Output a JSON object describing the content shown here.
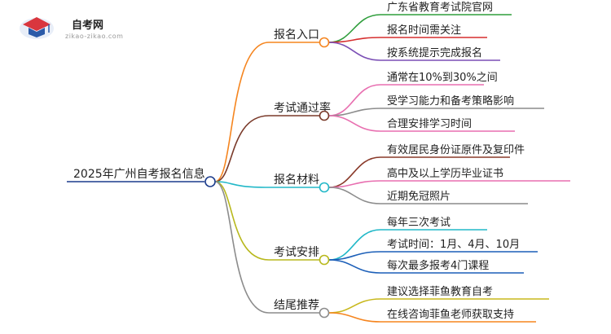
{
  "logo": {
    "title": "自考网",
    "subtitle": "zikao-zikao.com",
    "icon": "graduation-cap-icon"
  },
  "root": {
    "label": "2025年广州自考报名信息"
  },
  "branches": [
    {
      "label": "报名入口",
      "color": "#f5851f",
      "children": [
        {
          "label": "广东省教育考试院官网",
          "color": "#2f9e3c"
        },
        {
          "label": "报名时间需关注",
          "color": "#d62f2f"
        },
        {
          "label": "按系统提示完成报名",
          "color": "#7b4fb5"
        }
      ]
    },
    {
      "label": "考试通过率",
      "color": "#7a3a2a",
      "children": [
        {
          "label": "通常在10%到30%之间",
          "color": "#e86fb0"
        },
        {
          "label": "受学习能力和备考策略影响",
          "color": "#8c8c8c"
        },
        {
          "label": "合理安排学习时间",
          "color": "#e86fb0"
        }
      ]
    },
    {
      "label": "报名材料",
      "color": "#22b8c8",
      "children": [
        {
          "label": "有效居民身份证原件及复印件",
          "color": "#8a3a2a"
        },
        {
          "label": "高中及以上学历毕业证书",
          "color": "#e86fb0"
        },
        {
          "label": "近期免冠照片",
          "color": "#8c8c8c"
        }
      ]
    },
    {
      "label": "考试安排",
      "color": "#b8b81c",
      "children": [
        {
          "label": "每年三次考试",
          "color": "#22b8c8"
        },
        {
          "label": "考试时间：1月、4月、10月",
          "color": "#1c5fb8"
        },
        {
          "label": "每次最多报考4门课程",
          "color": "#1c5fb8"
        }
      ]
    },
    {
      "label": "结尾推荐",
      "color": "#8c8c8c",
      "children": [
        {
          "label": "建议选择菲鱼教育自考",
          "color": "#c8b81c"
        },
        {
          "label": "在线咨询菲鱼老师获取支持",
          "color": "#f5851f"
        }
      ]
    }
  ]
}
